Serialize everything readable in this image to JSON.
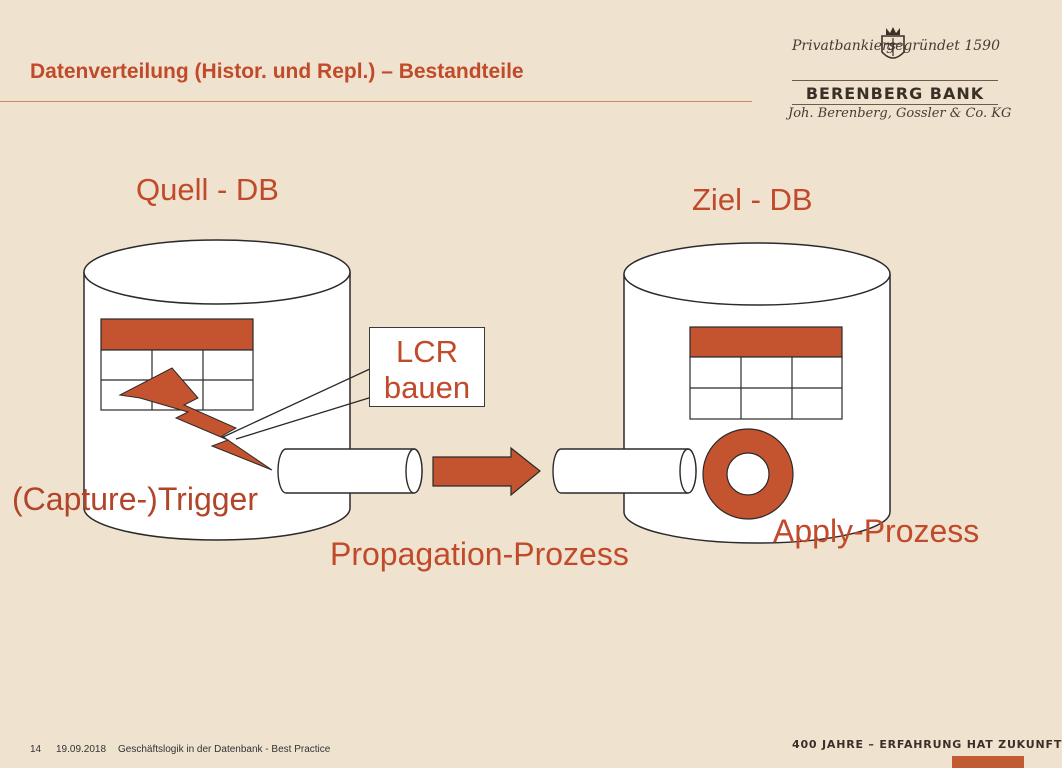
{
  "slide": {
    "title": "Datenverteilung (Histor. und Repl.) – Bestandteile"
  },
  "logo": {
    "tagline_left": "Privatbankiers",
    "tagline_right": "gegründet 1590",
    "bank_name": "BERENBERG BANK",
    "owner": "Joh. Berenberg, Gossler & Co. KG"
  },
  "diagram": {
    "source_db_label": "Quell - DB",
    "target_db_label": "Ziel - DB",
    "callout_line1": "LCR",
    "callout_line2": "bauen",
    "trigger_label": "(Capture-)Trigger",
    "propagation_label": "Propagation-Prozess",
    "apply_label": "Apply-Prozess",
    "accent_color": "#c4532f",
    "text_color": "#c04a2a"
  },
  "footer": {
    "page_number": "14",
    "date": "19.09.2018",
    "text": "Geschäftslogik in der Datenbank - Best Practice",
    "motto": "400 JAHRE – ERFAHRUNG HAT ZUKUNFT"
  }
}
